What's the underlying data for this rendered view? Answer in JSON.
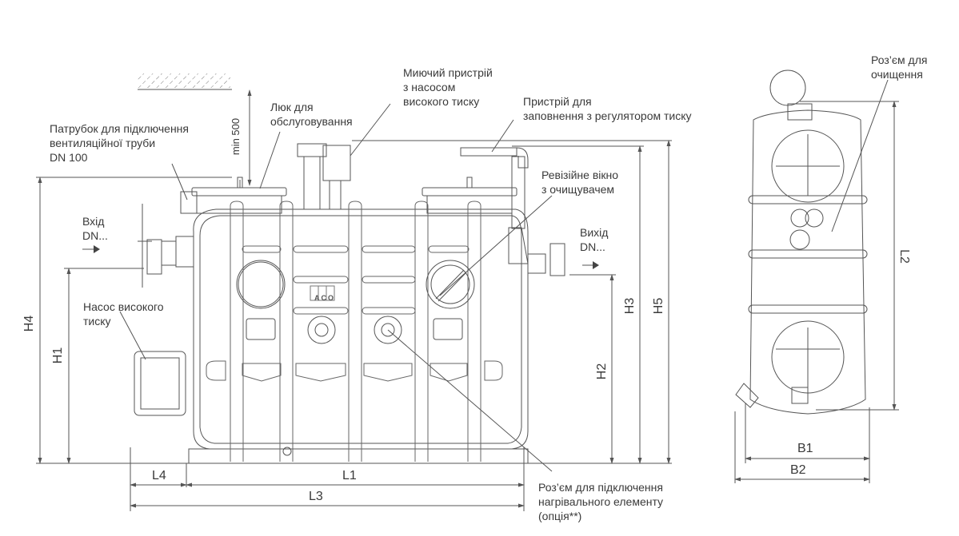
{
  "diagram": {
    "type": "technical drawing",
    "brand_logo": "ACO",
    "annotations": {
      "vent_pipe": [
        "Патрубок для підключення",
        "вентиляційної труби",
        "DN 100"
      ],
      "service_hatch": [
        "Люк для",
        "обслуговування"
      ],
      "min_clearance": "min 500",
      "washing_device": [
        "Миючий пристрій",
        "з насосом",
        "високого тиску"
      ],
      "filling_device": [
        "Пристрій для",
        "заповнення з регулятором тиску"
      ],
      "inspection_window": [
        "Ревізійне вікно",
        "з очищувачем"
      ],
      "inlet": [
        "Вхід",
        "DN..."
      ],
      "outlet": [
        "Вихід",
        "DN..."
      ],
      "high_pressure_pump": [
        "Насос високого",
        "тиску"
      ],
      "heating_connection": [
        "Роз’єм для підключення",
        "нагрівального елементу",
        "(опція**)"
      ],
      "cleaning_connection": [
        "Роз’єм для",
        "очищення"
      ]
    },
    "dimensions": {
      "H1": "H1",
      "H2": "H2",
      "H3": "H3",
      "H4": "H4",
      "H5": "H5",
      "L1": "L1",
      "L2": "L2",
      "L3": "L3",
      "L4": "L4",
      "B1": "B1",
      "B2": "B2"
    }
  }
}
